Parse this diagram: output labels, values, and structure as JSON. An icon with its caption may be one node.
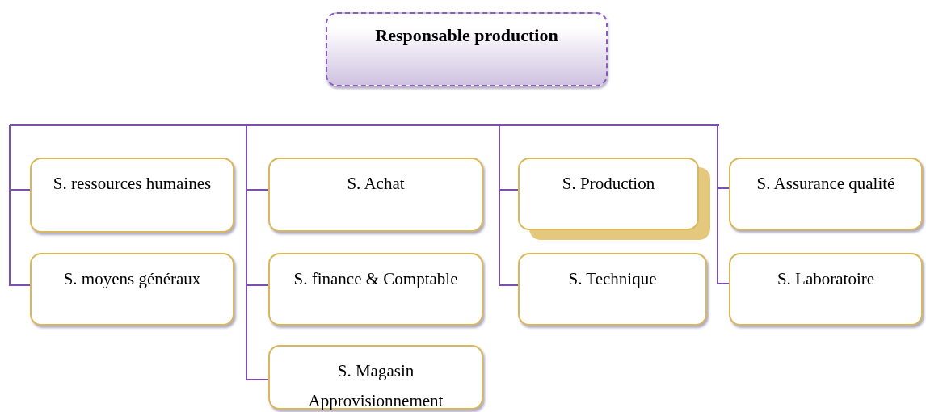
{
  "diagram": {
    "nodes": [
      {
        "text": [
          "Responsable production"
        ]
      },
      {
        "text": [
          "S. ressources humaines"
        ]
      },
      {
        "text": [
          "S. moyens généraux"
        ]
      },
      {
        "text": [
          "S. Achat"
        ]
      },
      {
        "text": [
          "S. finance & Comptable"
        ]
      },
      {
        "text": [
          "S. Magasin Approvisionnement"
        ]
      },
      {
        "text": [
          "S. Production"
        ]
      },
      {
        "text": [
          "S. Technique"
        ]
      },
      {
        "text": [
          "S. Assurance qualité"
        ]
      },
      {
        "text": [
          "S. Laboratoire"
        ]
      }
    ],
    "edges": [
      {
        "from": null,
        "to": 1,
        "arrow": "none"
      },
      {
        "from": null,
        "to": 2,
        "arrow": "none"
      },
      {
        "from": null,
        "to": 3,
        "arrow": "none"
      },
      {
        "from": null,
        "to": 4,
        "arrow": "none"
      },
      {
        "from": null,
        "to": 5,
        "arrow": "none"
      },
      {
        "from": null,
        "to": 6,
        "arrow": "none"
      },
      {
        "from": null,
        "to": 7,
        "arrow": "none"
      },
      {
        "from": null,
        "to": 8,
        "arrow": "none"
      },
      {
        "from": null,
        "to": 9,
        "arrow": "none"
      }
    ]
  }
}
